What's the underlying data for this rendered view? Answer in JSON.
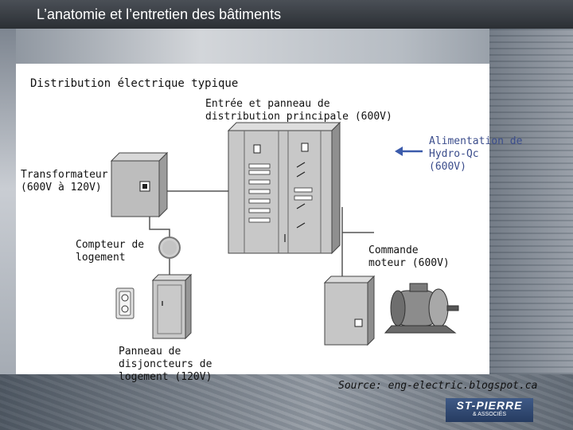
{
  "header": {
    "title": "L’anatomie et l’entretien des bâtiments"
  },
  "diagram": {
    "heading": "Distribution électrique typique",
    "labels": {
      "main_panel": "Entrée et panneau de\ndistribution principale (600V)",
      "hydro": "Alimentation de\nHydro-Qc\n(600V)",
      "transformer": "Transformateur\n(600V à 120V)",
      "meter": "Compteur de\nlogement",
      "motor": "Commande\nmoteur (600V)",
      "breaker": "Panneau de\ndisjoncteurs de\nlogement (120V)"
    },
    "source": "Source: eng-electric.blogspot.ca"
  },
  "logo": {
    "name": "ST-PIERRE",
    "sub": "& ASSOCIÉS"
  },
  "colors": {
    "title_bar": "#34383e",
    "hydro_text": "#3b4d8c",
    "arrow": "#3b5bab",
    "logo": "#2f4a74"
  },
  "icons": [
    "transformer-icon",
    "main-panel-icon",
    "meter-icon",
    "breaker-panel-icon",
    "outlet-icon",
    "motor-control-icon",
    "motor-icon",
    "arrow-left-icon"
  ]
}
